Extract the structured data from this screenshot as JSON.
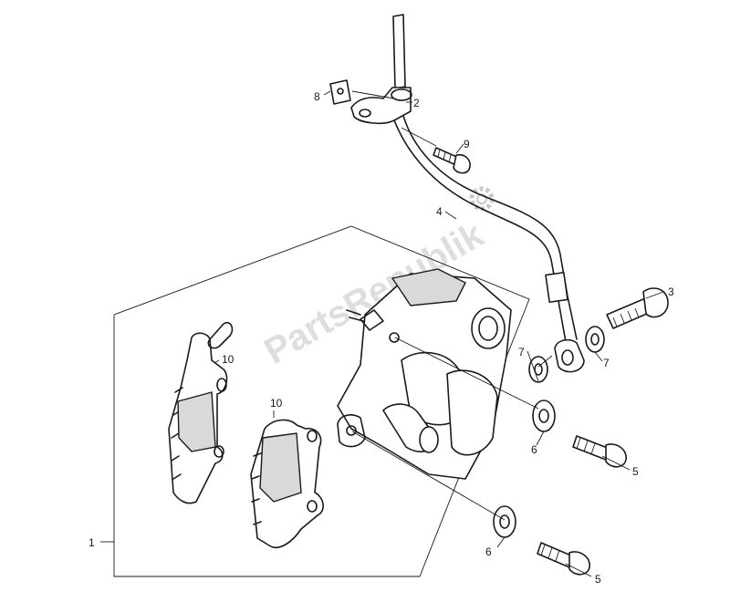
{
  "watermark": {
    "text": "PartsRepublik"
  },
  "callouts": {
    "c1": "1",
    "c2": "2",
    "c3": "3",
    "c4": "4",
    "c5a": "5",
    "c5b": "5",
    "c6a": "6",
    "c6b": "6",
    "c7a": "7",
    "c7b": "7",
    "c8": "8",
    "c9": "9",
    "c10a": "10",
    "c10b": "10"
  },
  "colors": {
    "line": "#1a1a1a",
    "background": "#ffffff",
    "watermark": "#c8c8c8"
  }
}
